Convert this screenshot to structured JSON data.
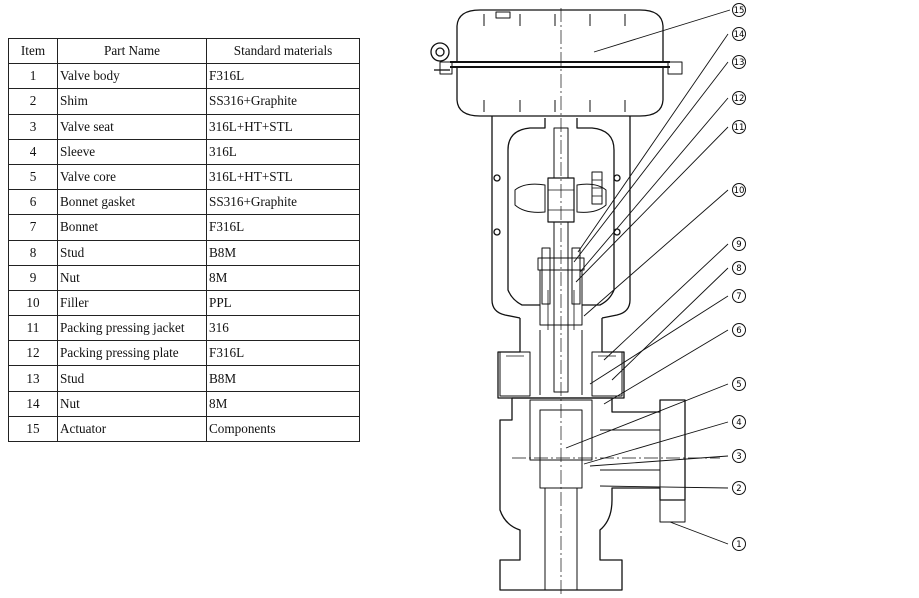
{
  "table": {
    "headers": [
      "Item",
      "Part Name",
      "Standard materials"
    ],
    "rows": [
      {
        "item": "1",
        "name": "Valve body",
        "material": "F316L"
      },
      {
        "item": "2",
        "name": "Shim",
        "material": "SS316+Graphite"
      },
      {
        "item": "3",
        "name": "Valve seat",
        "material": "316L+HT+STL"
      },
      {
        "item": "4",
        "name": "Sleeve",
        "material": "316L"
      },
      {
        "item": "5",
        "name": "Valve core",
        "material": "316L+HT+STL"
      },
      {
        "item": "6",
        "name": "Bonnet gasket",
        "material": "SS316+Graphite"
      },
      {
        "item": "7",
        "name": "Bonnet",
        "material": "F316L"
      },
      {
        "item": "8",
        "name": "Stud",
        "material": "B8M"
      },
      {
        "item": "9",
        "name": "Nut",
        "material": "8M"
      },
      {
        "item": "10",
        "name": "Filler",
        "material": "PPL"
      },
      {
        "item": "11",
        "name": "Packing pressing jacket",
        "material": "316"
      },
      {
        "item": "12",
        "name": "Packing pressing plate",
        "material": "F316L"
      },
      {
        "item": "13",
        "name": "Stud",
        "material": "B8M"
      },
      {
        "item": "14",
        "name": "Nut",
        "material": "8M"
      },
      {
        "item": "15",
        "name": "Actuator",
        "material": "Components"
      }
    ]
  },
  "callouts": [
    "15",
    "14",
    "13",
    "12",
    "11",
    "10",
    "9",
    "8",
    "7",
    "6",
    "5",
    "4",
    "3",
    "2",
    "1"
  ]
}
